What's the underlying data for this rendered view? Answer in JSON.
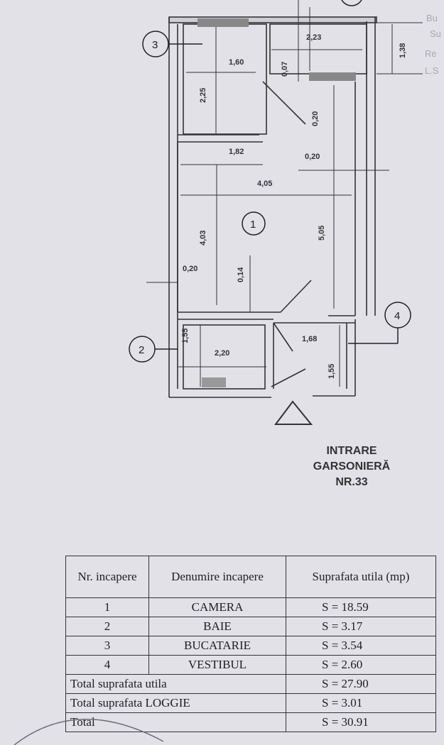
{
  "plan": {
    "dimensions": [
      "1,60",
      "2,23",
      "1,38",
      "0,07",
      "2,25",
      "0,20",
      "1,82",
      "0,20",
      "4,05",
      "4,03",
      "5,05",
      "0,20",
      "0,14",
      "1,55",
      "2,20",
      "1,68",
      "1,55"
    ],
    "room_markers": [
      "3",
      "1",
      "2",
      "4"
    ],
    "edge_fragments": [
      "Bu",
      "Su",
      "Re",
      "L.S"
    ]
  },
  "entrance": {
    "line1": "INTRARE",
    "line2": "GARSONIERĂ",
    "line3": "NR.33"
  },
  "table": {
    "headers": {
      "nr": "Nr. incapere",
      "name": "Denumire incapere",
      "area": "Suprafata utila (mp)"
    },
    "rows": [
      {
        "nr": "1",
        "name": "CAMERA",
        "area": "S  =  18.59"
      },
      {
        "nr": "2",
        "name": "BAIE",
        "area": "S  =   3.17"
      },
      {
        "nr": "3",
        "name": "BUCATARIE",
        "area": "S  =   3.54"
      },
      {
        "nr": "4",
        "name": "VESTIBUL",
        "area": "S  =   2.60"
      }
    ],
    "totals": [
      {
        "label": "Total suprafata utila",
        "area": "S  =  27.90"
      },
      {
        "label": "Total suprafata  LOGGIE",
        "area": "S  =   3.01"
      },
      {
        "label": "Total",
        "area": "S  =  30.91"
      }
    ]
  }
}
